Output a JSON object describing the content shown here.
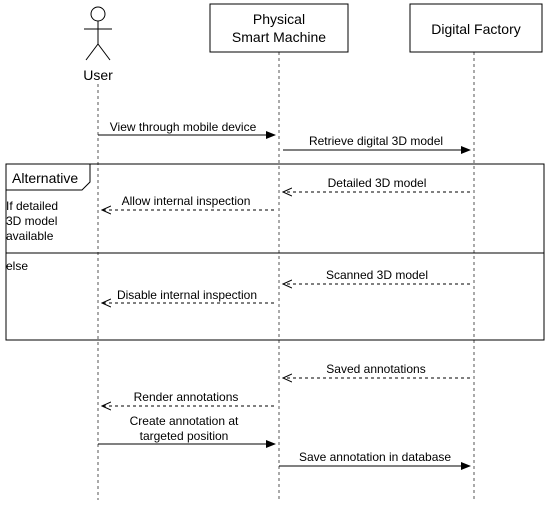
{
  "participants": {
    "user": "User",
    "machine_line1": "Physical",
    "machine_line2": "Smart Machine",
    "factory": "Digital Factory"
  },
  "messages": {
    "view_mobile": "View through mobile device",
    "retrieve_model": "Retrieve digital 3D model",
    "detailed_model": "Detailed 3D model",
    "allow_inspection": "Allow internal inspection",
    "scanned_model": "Scanned 3D model",
    "disable_inspection": "Disable internal inspection",
    "saved_annotations": "Saved annotations",
    "render_annotations": "Render annotations",
    "create_annotation_line1": "Create annotation at",
    "create_annotation_line2": "targeted position",
    "save_annotation_db": "Save annotation in database"
  },
  "fragment": {
    "label": "Alternative",
    "guard_line1": "If detailed",
    "guard_line2": "3D model",
    "guard_line3": "available",
    "else_label": "else"
  },
  "colors": {
    "line": "#000000",
    "lifeline": "#555555",
    "background": "#ffffff"
  }
}
